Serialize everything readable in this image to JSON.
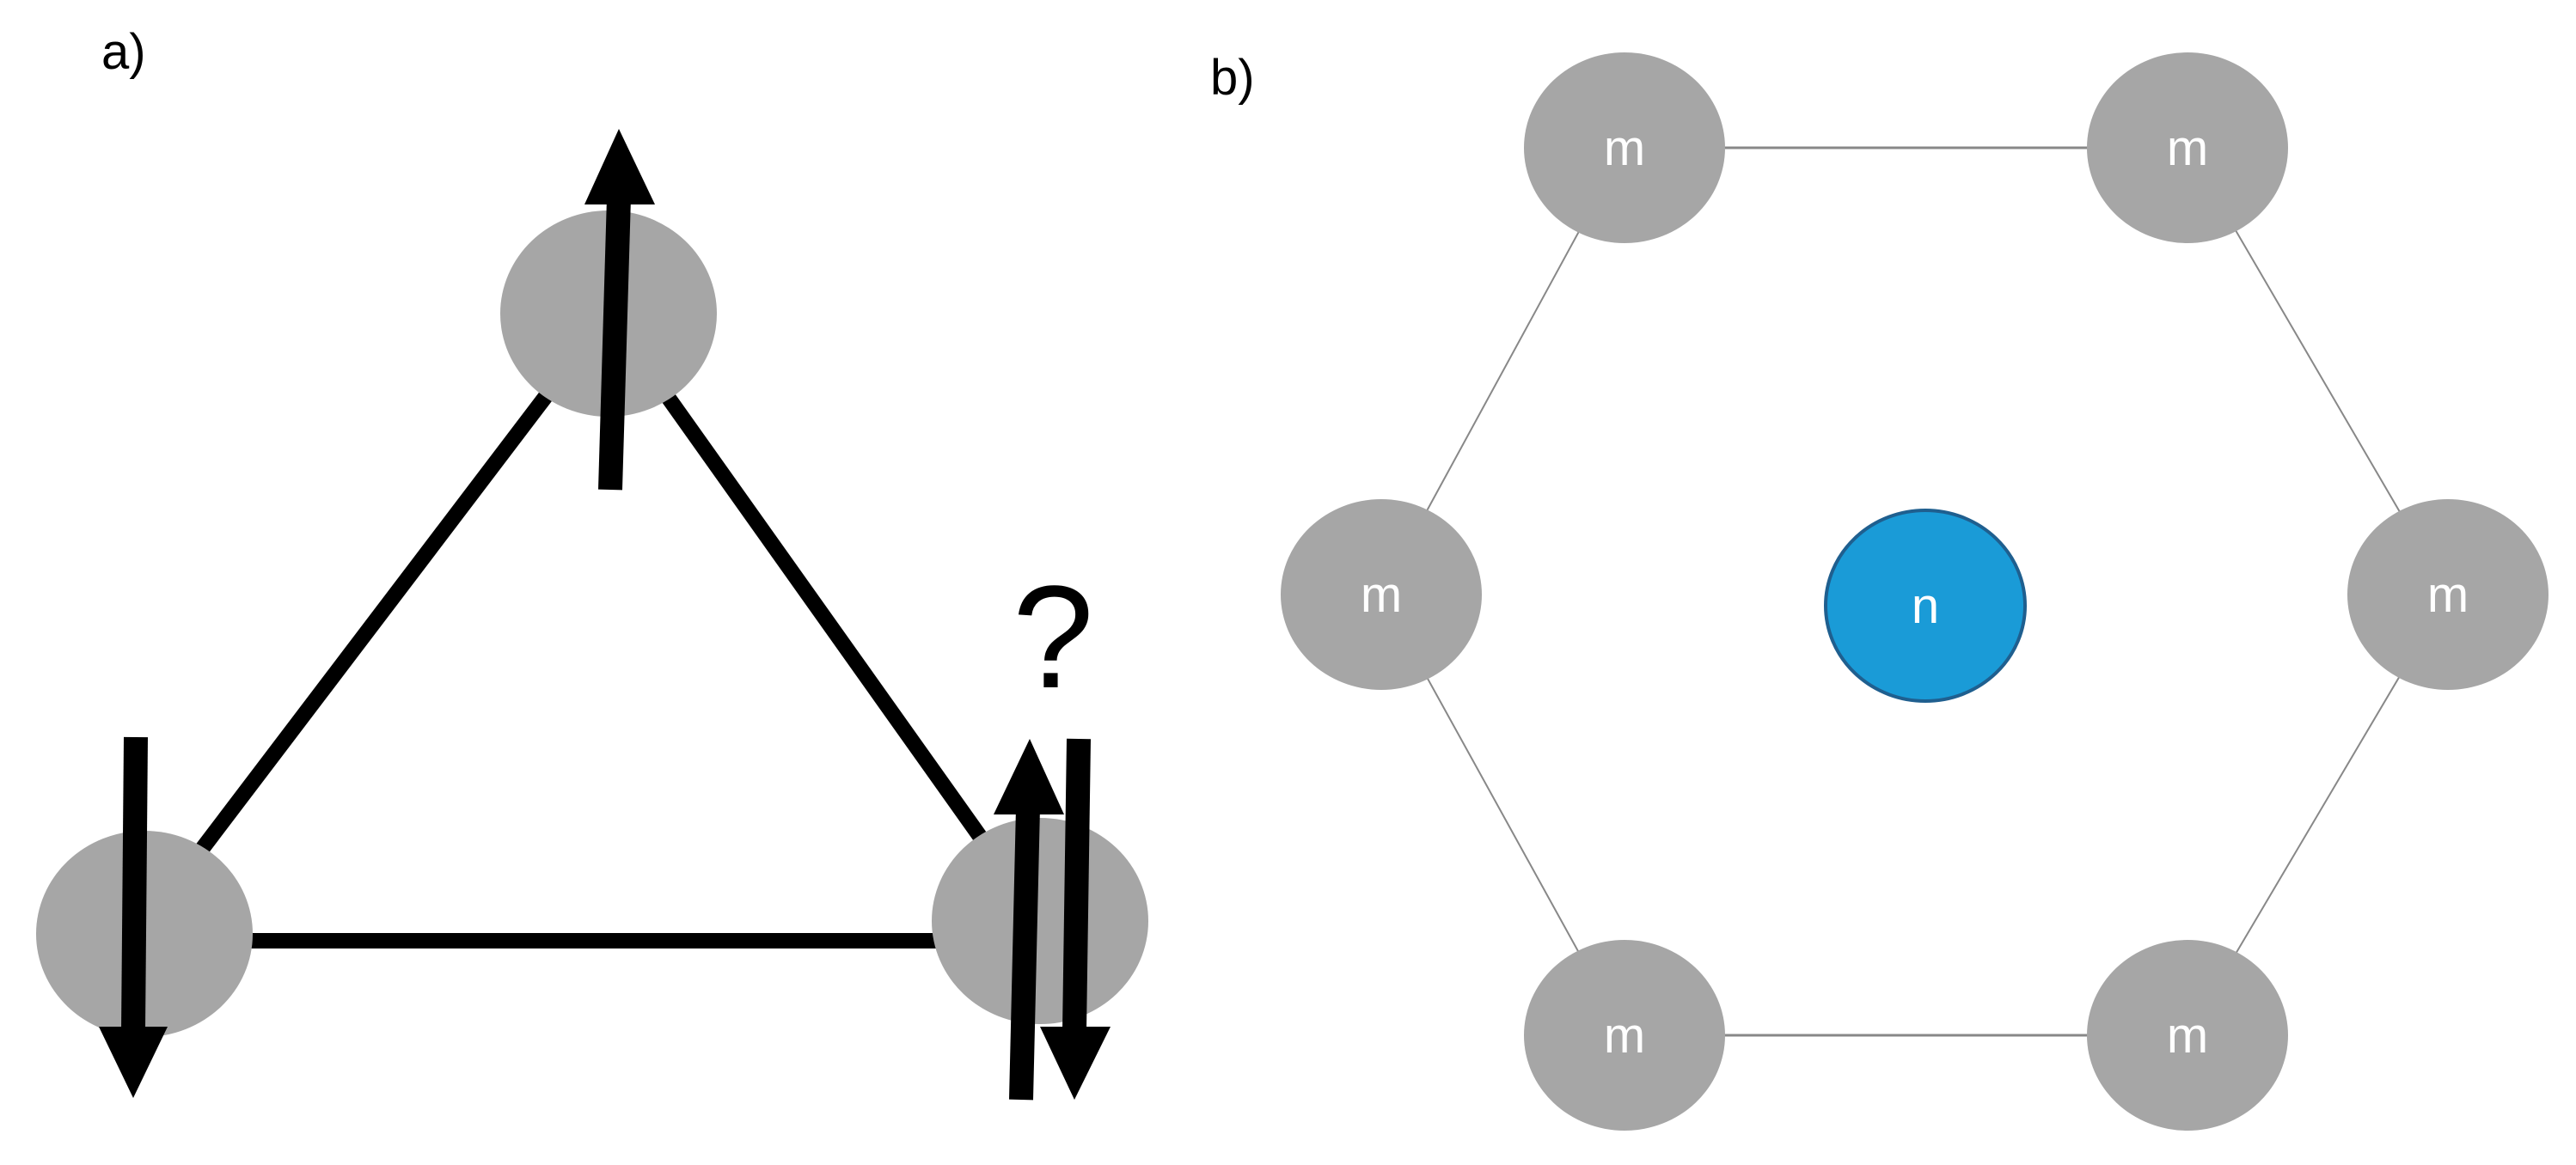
{
  "panel_a": {
    "label": "a)",
    "question_mark": "?",
    "spins": [
      {
        "site": "top",
        "direction": "up"
      },
      {
        "site": "bottom-left",
        "direction": "down"
      },
      {
        "site": "bottom-right",
        "direction": "up and down (frustrated)"
      }
    ]
  },
  "panel_b": {
    "label": "b)",
    "outer_nodes": [
      "m",
      "m",
      "m",
      "m",
      "m",
      "m"
    ],
    "center_node": "n"
  },
  "colors": {
    "site_gray": "#a6a6a6",
    "center_blue": "#1a9bd7",
    "center_border": "#1f5f8f",
    "bond": "#000000",
    "hexagon_edge": "#888888",
    "arrow": "#000000"
  }
}
